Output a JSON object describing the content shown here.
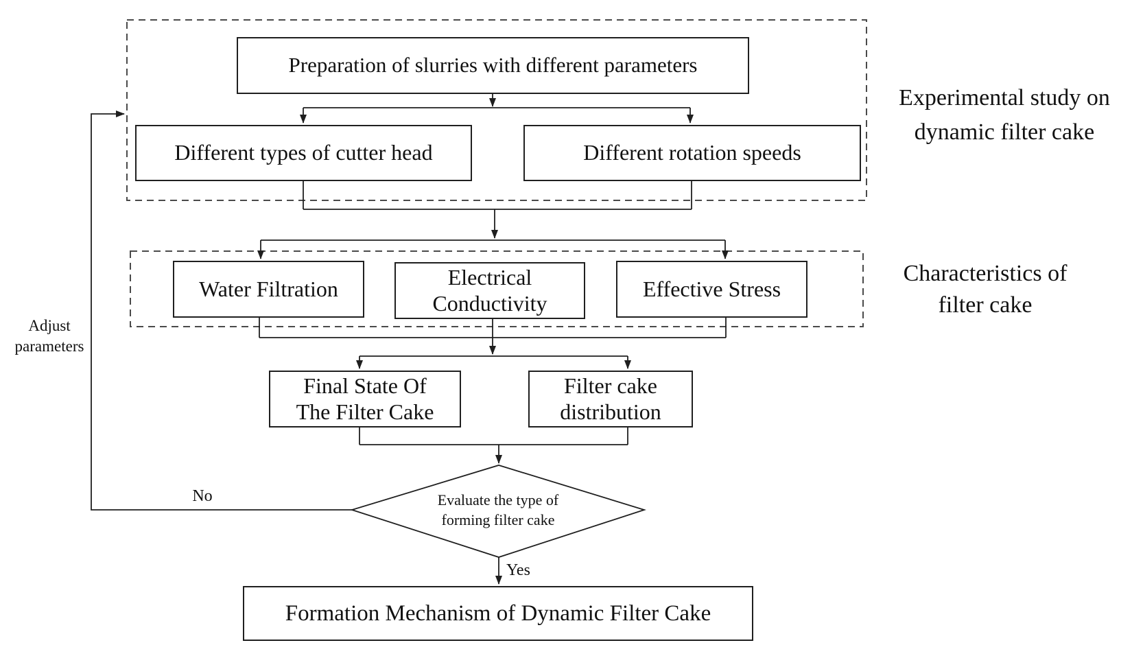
{
  "figure": {
    "nodes": {
      "prep": {
        "label": "Preparation of slurries with different parameters"
      },
      "cutter": {
        "label": "Different types of cutter head"
      },
      "rotation": {
        "label": "Different rotation speeds"
      },
      "water": {
        "label": "Water Filtration"
      },
      "electrical": {
        "line1": "Electrical",
        "line2": "Conductivity"
      },
      "effective": {
        "label": "Effective Stress"
      },
      "final_state": {
        "line1": "Final State Of",
        "line2": "The Filter Cake"
      },
      "distribution": {
        "line1": "Filter cake",
        "line2": "distribution"
      },
      "decision": {
        "line1": "Evaluate the type of",
        "line2": "forming filter cake"
      },
      "formation": {
        "label": "Formation Mechanism of Dynamic Filter Cake"
      }
    },
    "edge_labels": {
      "yes": "Yes",
      "no": "No",
      "adjust_line1": "Adjust",
      "adjust_line2": "parameters"
    },
    "section_labels": {
      "experimental": {
        "line1": "Experimental study on",
        "line2": "dynamic filter cake"
      },
      "characteristics": {
        "line1": "Characteristics of",
        "line2": "filter cake"
      }
    },
    "colors": {
      "line": "#1f1f1f",
      "dashed_border": "#4a4a4a",
      "text": "#111111",
      "background": "#ffffff"
    }
  }
}
